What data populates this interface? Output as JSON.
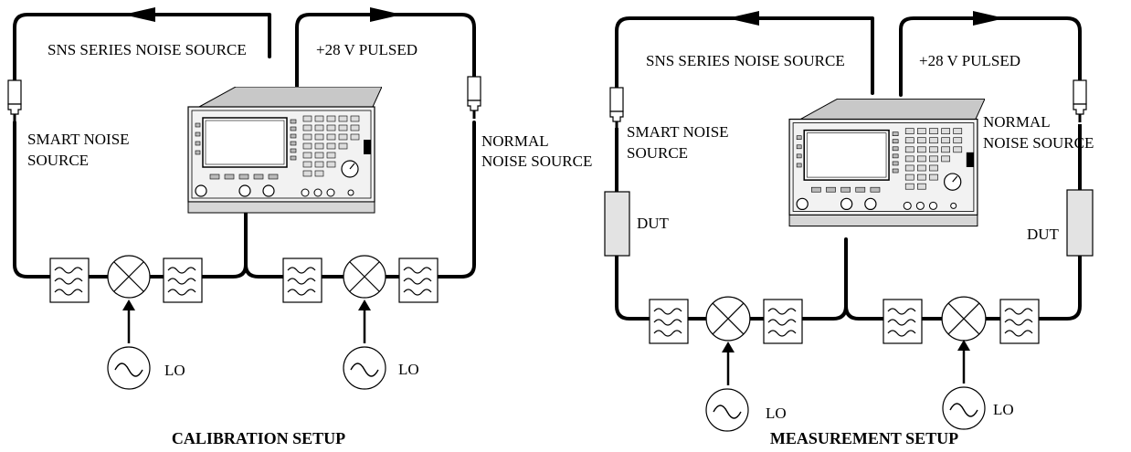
{
  "calibration": {
    "sns_label": "SNS SERIES NOISE SOURCE",
    "pulsed_label": "+28 V PULSED",
    "smart_label_line1": "SMART NOISE",
    "smart_label_line2": "SOURCE",
    "normal_label_line1": "NORMAL",
    "normal_label_line2": "NOISE SOURCE",
    "lo_left": "LO",
    "lo_right": "LO",
    "caption": "CALIBRATION SETUP"
  },
  "measurement": {
    "sns_label": "SNS SERIES NOISE SOURCE",
    "pulsed_label": "+28 V PULSED",
    "smart_label_line1": "SMART NOISE",
    "smart_label_line2": "SOURCE",
    "normal_label_line1": "NORMAL",
    "normal_label_line2": "NOISE SOURCE",
    "dut_left": "DUT",
    "dut_right": "DUT",
    "lo_left": "LO",
    "lo_right": "LO",
    "caption": "MEASUREMENT SETUP"
  },
  "colors": {
    "line": "#000000",
    "dut_fill": "#e3e3e3",
    "instrument_top": "#c8c8c8",
    "instrument_screen": "#ffffff"
  }
}
